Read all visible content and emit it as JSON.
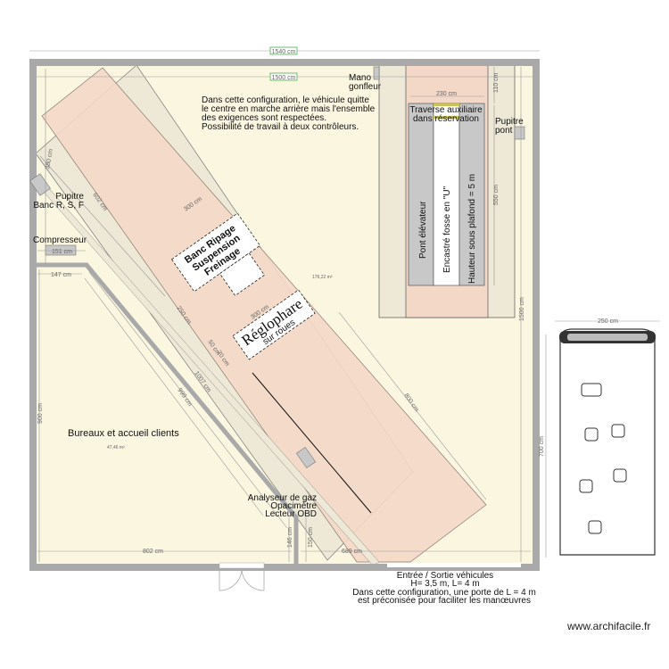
{
  "dimensions": {
    "total_width": "1540 cm",
    "inner_width": "1500 cm",
    "inner_height": "1500 cm",
    "left_upper": "380 cm",
    "compressor_width": "151 cm",
    "office_offset": "147 cm",
    "bay_602": "602 cm",
    "bay_300a": "300 cm",
    "bay_300b": "300 cm",
    "bay_250": "250 cm",
    "bay_50": "50 cm",
    "bay_70": "70 cm",
    "bay_1007": "1007 cm",
    "bay_999": "999 cm",
    "bay_800": "800 cm",
    "left_900": "900 cm",
    "bottom_802": "802 cm",
    "bottom_146": "146 cm",
    "bottom_150": "150 cm",
    "bottom_689": "689 cm",
    "pit_230": "230 cm",
    "pit_110": "110 cm",
    "pit_550": "550 cm",
    "vehicle_width": "250 cm",
    "vehicle_length": "700 cm"
  },
  "areas": {
    "workshop": "176,22 m²",
    "office": "47,46 m²"
  },
  "labels": {
    "config_note": [
      "Dans cette configuration, le véhicule quitte",
      "le centre en marche arrière mais l'ensemble",
      "des exigences sont respectées.",
      "Possibilité de travail à deux contrôleurs."
    ],
    "mano": [
      "Mano",
      "gonfleur"
    ],
    "pupitre_banc": [
      "Pupitre",
      "Banc R, S, F"
    ],
    "compresseur": "Compresseur",
    "banc": [
      "Banc Ripage",
      "Suspension",
      "Freinage"
    ],
    "reglophare": [
      "Réglophare",
      "sur roues"
    ],
    "traverse": [
      "Traverse auxiliaire",
      "dans réservation"
    ],
    "pupitre_pont": [
      "Pupitre",
      "pont"
    ],
    "pont_elevateur": "Pont élévateur",
    "encastre": "Encastré fosse en \"U\"",
    "hauteur": "Hauteur sous plafond = 5 m",
    "bureaux": "Bureaux et accueil clients",
    "analyseur": [
      "Analyseur de gaz",
      "Opacimètre",
      "Lecteur OBD"
    ],
    "entree": [
      "Entrée / Sortie véhicules",
      "H= 3,5 m, L= 4 m"
    ],
    "porte_note": [
      "Dans cette configuration, une porte de L = 4 m",
      "est préconisée pour faciliter les manœuvres"
    ]
  },
  "watermark": "www.archifacile.fr",
  "colors": {
    "floor": "#fbf6e0",
    "wall": "#a9a9a9",
    "bay_pink": "#f3d8c8",
    "bay_beige": "#ede9d6",
    "equipment_grey": "#c8c8c8",
    "dim_green": "#4caf50"
  }
}
